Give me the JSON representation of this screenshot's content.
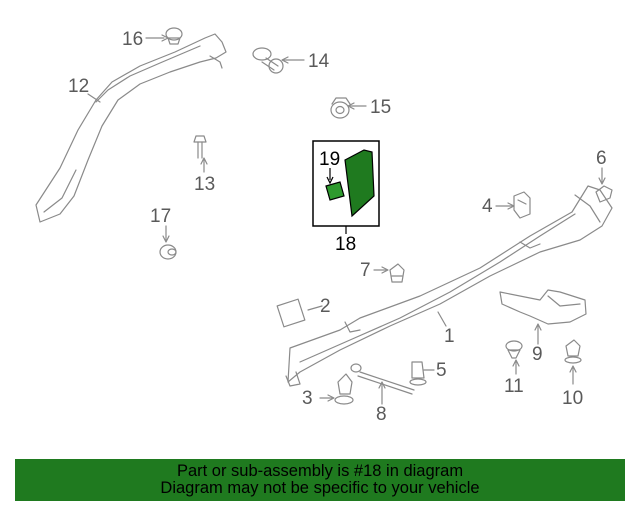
{
  "diagram": {
    "callouts": [
      "1",
      "2",
      "3",
      "4",
      "5",
      "6",
      "7",
      "8",
      "9",
      "10",
      "11",
      "12",
      "13",
      "14",
      "15",
      "16",
      "17",
      "18",
      "19"
    ],
    "highlight": "18"
  },
  "banner": {
    "line1": "Part or sub-assembly is #18 in diagram",
    "line2": "Diagram may not be specific to your vehicle",
    "color": "#1f7a1f"
  }
}
